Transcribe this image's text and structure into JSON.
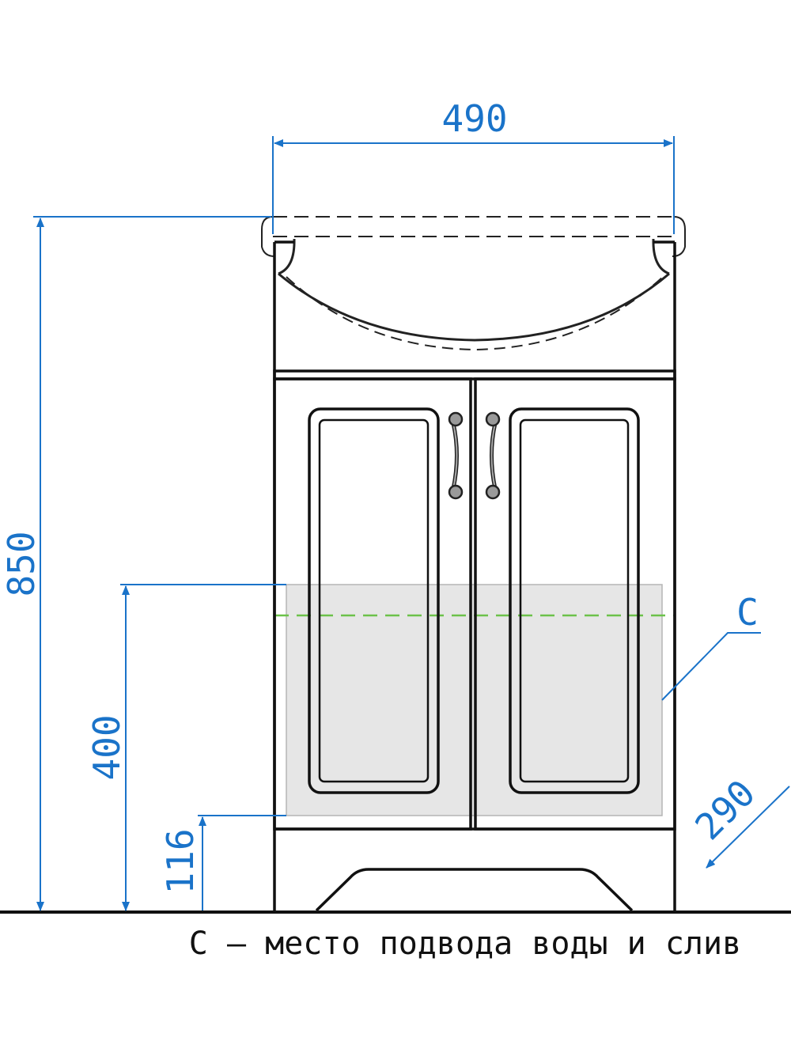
{
  "dimensions": {
    "width": "490",
    "height": "850",
    "connection_height": "400",
    "floor_clearance": "116",
    "depth": "290"
  },
  "callout": {
    "label": "С"
  },
  "caption": "С – место подвода воды и слив",
  "colors": {
    "dimension_lines": "#1a73c9",
    "outline": "#111111",
    "zone_fill": "#e6e6e6",
    "axis_dash": "#6cc24a"
  }
}
